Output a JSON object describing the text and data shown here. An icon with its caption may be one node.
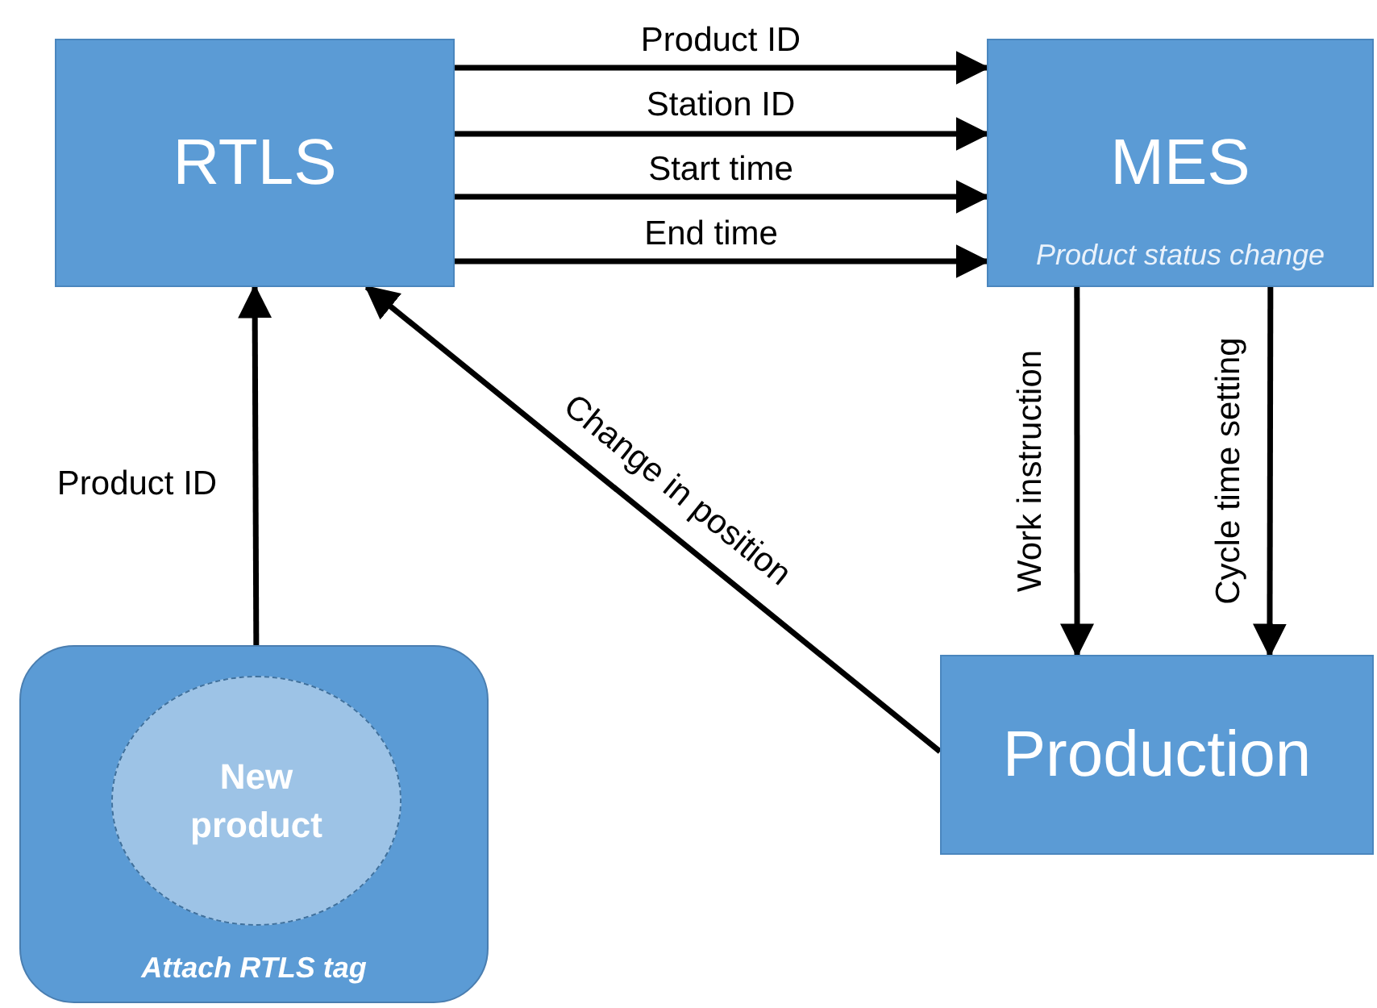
{
  "diagram": {
    "nodes": [
      {
        "text": [
          "RTLS"
        ]
      },
      {
        "text": [
          "MES",
          "Product status change"
        ]
      },
      {
        "text": [
          "Production"
        ]
      },
      {
        "text": [
          "Attach RTLS tag"
        ]
      },
      {
        "text": [
          "New product"
        ],
        "in": 3
      }
    ],
    "edges": [
      {
        "from": 0,
        "to": 1,
        "arrow": "to",
        "label": "Product ID"
      },
      {
        "from": 0,
        "to": 1,
        "arrow": "to",
        "label": "Station ID"
      },
      {
        "from": 0,
        "to": 1,
        "arrow": "to",
        "label": "Start time"
      },
      {
        "from": 0,
        "to": 1,
        "arrow": "to",
        "label": "End time"
      },
      {
        "from": 1,
        "to": 2,
        "arrow": "to",
        "label": "Work instruction"
      },
      {
        "from": 1,
        "to": 2,
        "arrow": "to",
        "label": "Cycle time setting"
      },
      {
        "from": 2,
        "to": 0,
        "arrow": "to",
        "label": "Change in position"
      },
      {
        "from": 4,
        "to": 0,
        "arrow": "to",
        "label": "Product ID"
      }
    ]
  }
}
